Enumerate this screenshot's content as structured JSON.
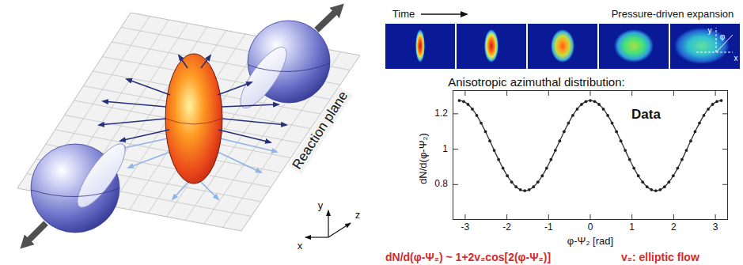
{
  "diagram": {
    "nodes": [
      {
        "text": [
          "Data"
        ]
      }
    ],
    "labels": [
      "Reaction plane",
      "y",
      "z",
      "x",
      "Time",
      "Pressure-driven expansion",
      "y",
      "φ",
      "x",
      "Anisotropic azimuthal distribution:",
      "dN/d(φ-Ψ₂)",
      "1.2",
      "1",
      "0.8",
      "-3",
      "-2",
      "-1",
      "0",
      "1",
      "2",
      "3",
      "φ-Ψ₂ [rad]",
      "dN/d(φ-Ψ₂) ~ 1+2v₂cos[2(φ-Ψ₂)]",
      "v₂: elliptic flow"
    ]
  }
}
